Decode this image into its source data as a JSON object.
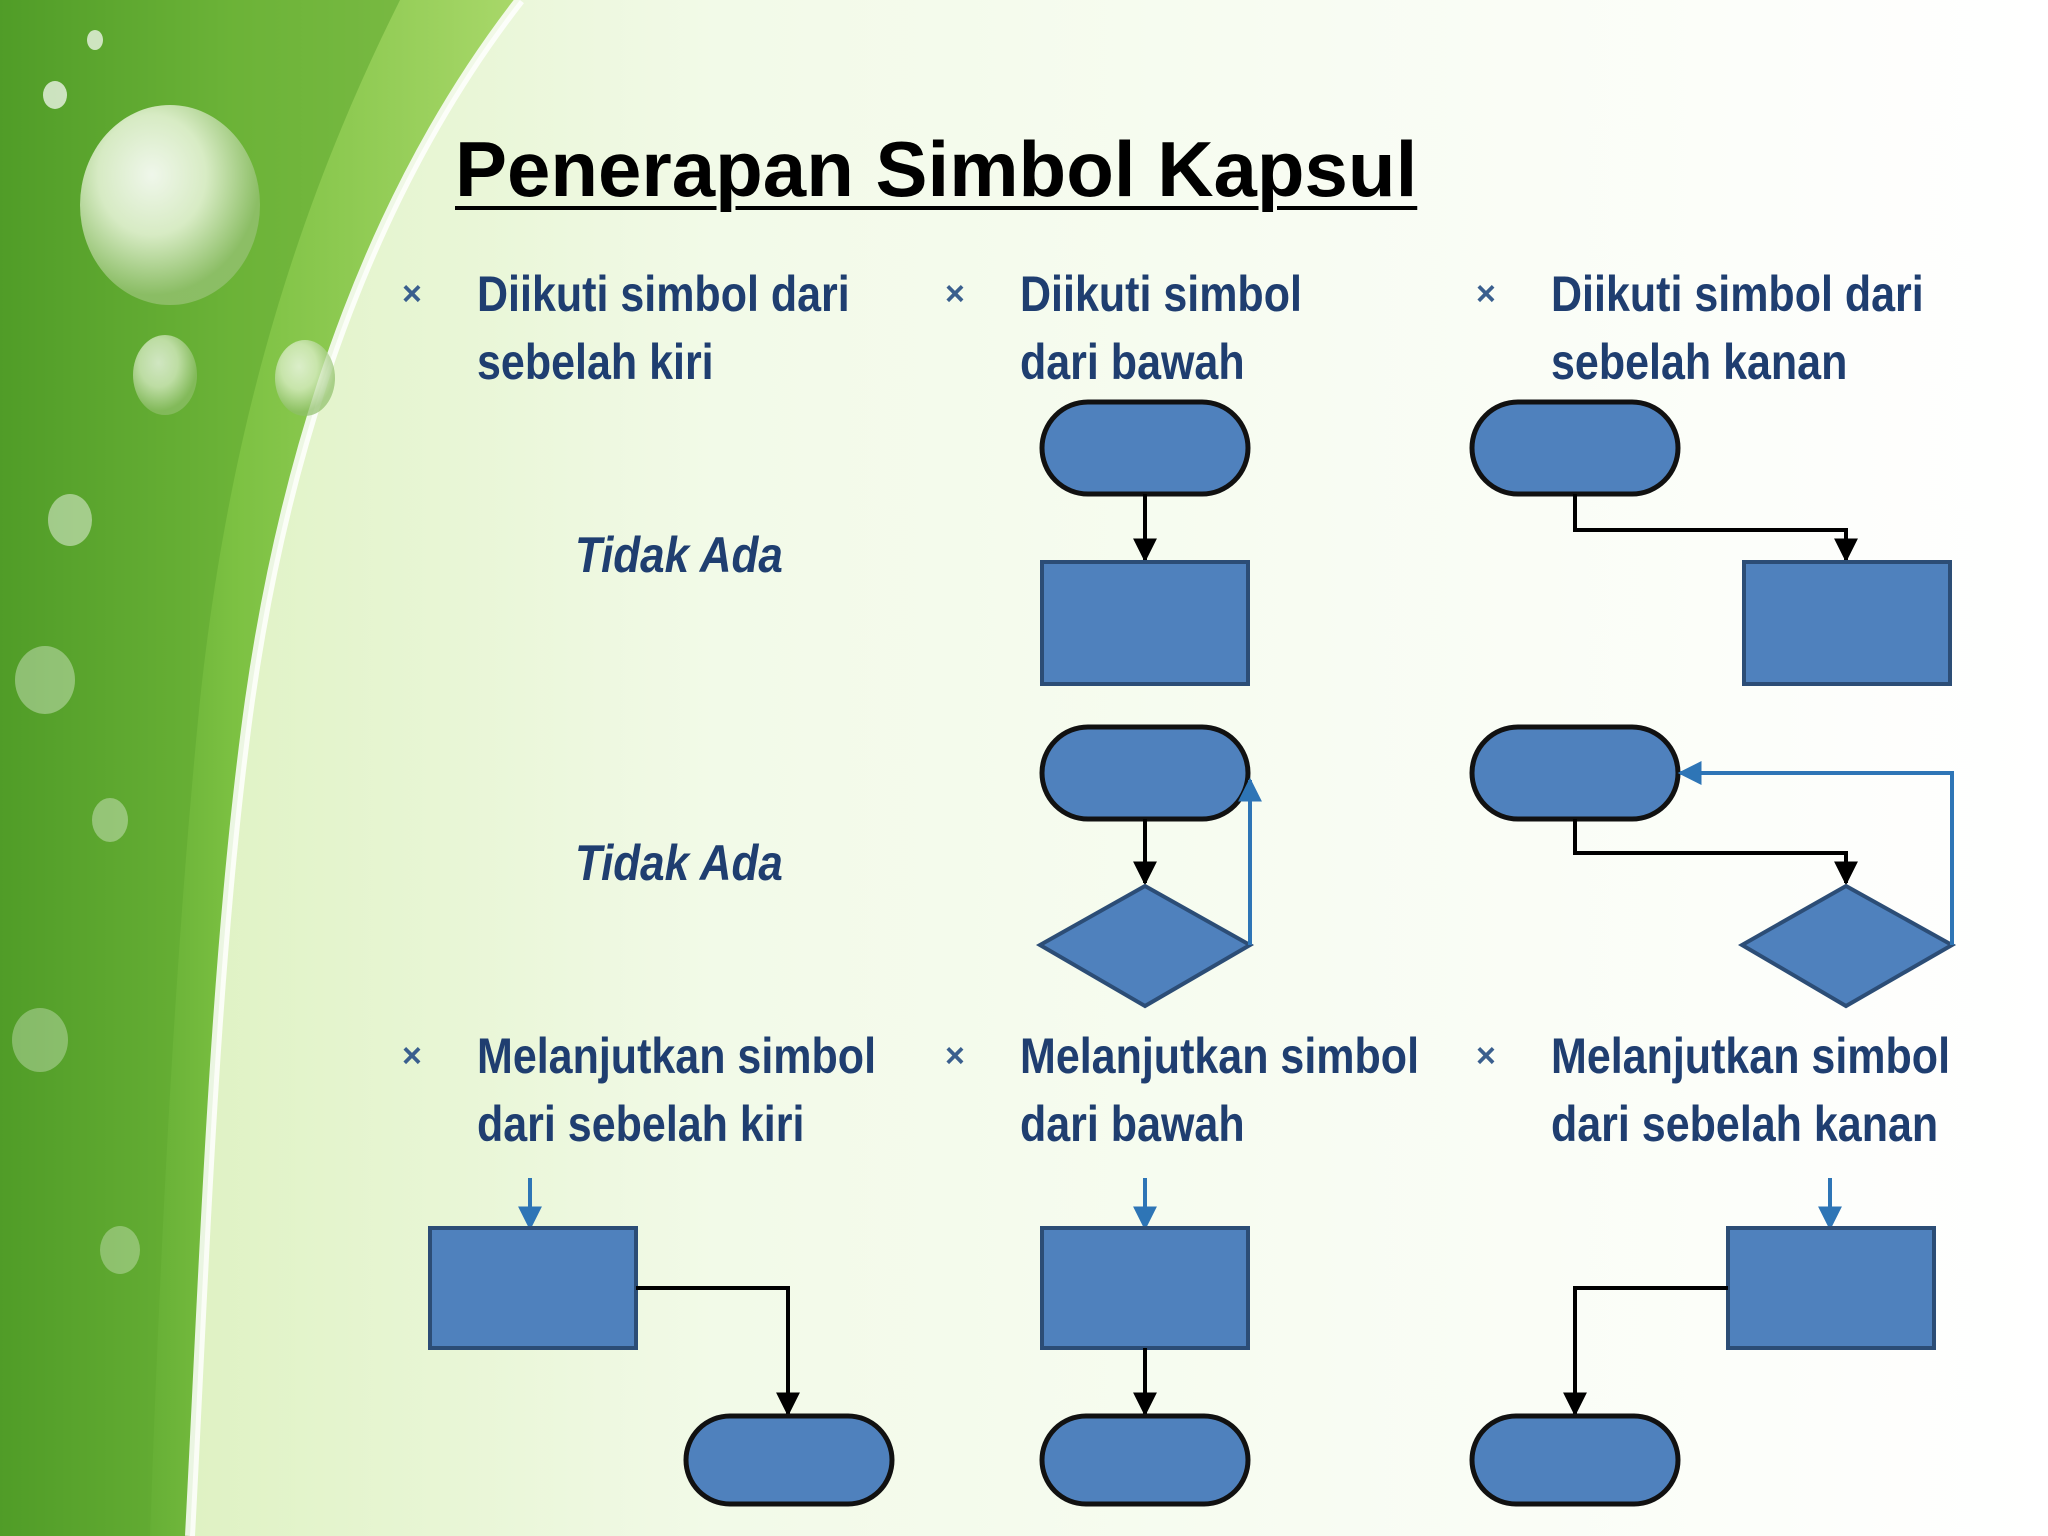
{
  "title": "Penerapan Simbol Kapsul",
  "bullet_marker": "×",
  "bullets": {
    "top": [
      {
        "line1": "Diikuti simbol dari",
        "line2": "sebelah kiri"
      },
      {
        "line1": "Diikuti simbol",
        "line2": "dari bawah"
      },
      {
        "line1": "Diikuti simbol dari",
        "line2": "sebelah kanan"
      }
    ],
    "bottom": [
      {
        "line1": "Melanjutkan  simbol",
        "line2": "dari sebelah kiri"
      },
      {
        "line1": "Melanjutkan simbol",
        "line2": "dari bawah"
      },
      {
        "line1": "Melanjutkan  simbol",
        "line2": "dari sebelah kanan"
      }
    ]
  },
  "not_available": [
    "Tidak Ada",
    "Tidak Ada"
  ],
  "colors": {
    "shape_fill": "#4f81bd",
    "shape_stroke": "#111111",
    "connector_black": "#000000",
    "connector_blue": "#2e75b6",
    "text_blue": "#1f3e70",
    "leaf_green": "#7cc142"
  }
}
